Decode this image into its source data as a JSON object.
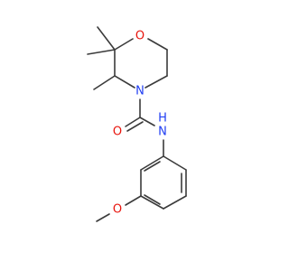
{
  "molecule": {
    "colors": {
      "bond": "#3b3b3b",
      "oxygen": "#e8140c",
      "nitrogen": "#1f3df2"
    },
    "atoms": [
      {
        "id": "o-ring",
        "label": "O",
        "element": "oxygen"
      },
      {
        "id": "n-ring",
        "label": "N",
        "element": "nitrogen"
      },
      {
        "id": "o-carbonyl",
        "label": "O",
        "element": "oxygen"
      },
      {
        "id": "n-amide",
        "label": "N",
        "element": "nitrogen"
      },
      {
        "id": "h-amide",
        "label": "H",
        "element": "nitrogen"
      },
      {
        "id": "o-methoxy",
        "label": "O",
        "element": "oxygen"
      }
    ]
  }
}
